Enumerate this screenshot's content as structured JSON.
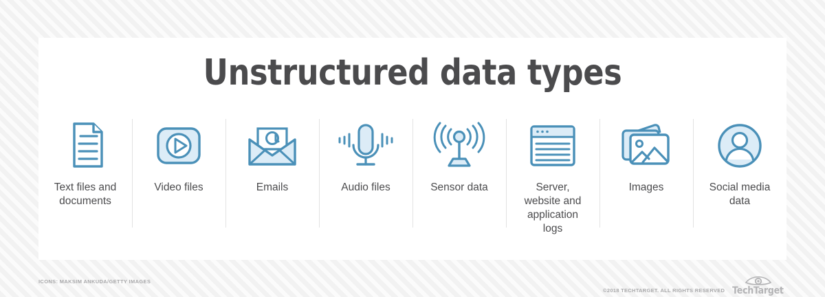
{
  "graphic": {
    "title": "Unstructured data types",
    "accent_color": "#4a90b8",
    "accent_fill_color": "#dcecf7",
    "title_color": "#4b4b4d",
    "card_background": "#ffffff",
    "divider_color": "#e2e2e2",
    "items": [
      {
        "icon": "document-icon",
        "label": "Text files and documents"
      },
      {
        "icon": "video-play-icon",
        "label": "Video files"
      },
      {
        "icon": "envelope-at-icon",
        "label": "Emails"
      },
      {
        "icon": "microphone-icon",
        "label": "Audio files"
      },
      {
        "icon": "antenna-signal-icon",
        "label": "Sensor data"
      },
      {
        "icon": "browser-window-icon",
        "label": "Server, website and application logs"
      },
      {
        "icon": "photos-stack-icon",
        "label": "Images"
      },
      {
        "icon": "user-avatar-icon",
        "label": "Social media data"
      }
    ]
  },
  "footer": {
    "credit": "ICONS: MAKSIM ANKUDA/GETTY IMAGES",
    "copyright": "©2018 TECHTARGET. ALL RIGHTS RESERVED",
    "logo_text": "TechTarget"
  }
}
